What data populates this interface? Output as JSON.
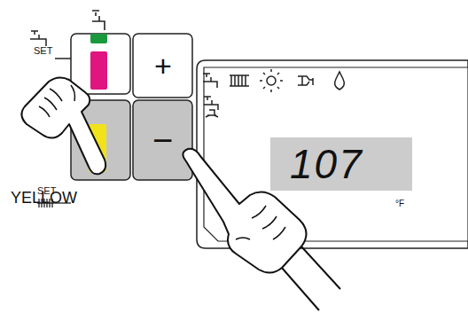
{
  "diagram": {
    "nodes": [
      {
        "text": [
          "+"
        ]
      },
      {
        "text": [
          "−"
        ]
      },
      {
        "text": [
          "°F"
        ]
      },
      {
        "text": [
          "107"
        ],
        "in": 2
      }
    ],
    "labels": [
      "SET",
      "YELLOW",
      "SET"
    ]
  }
}
